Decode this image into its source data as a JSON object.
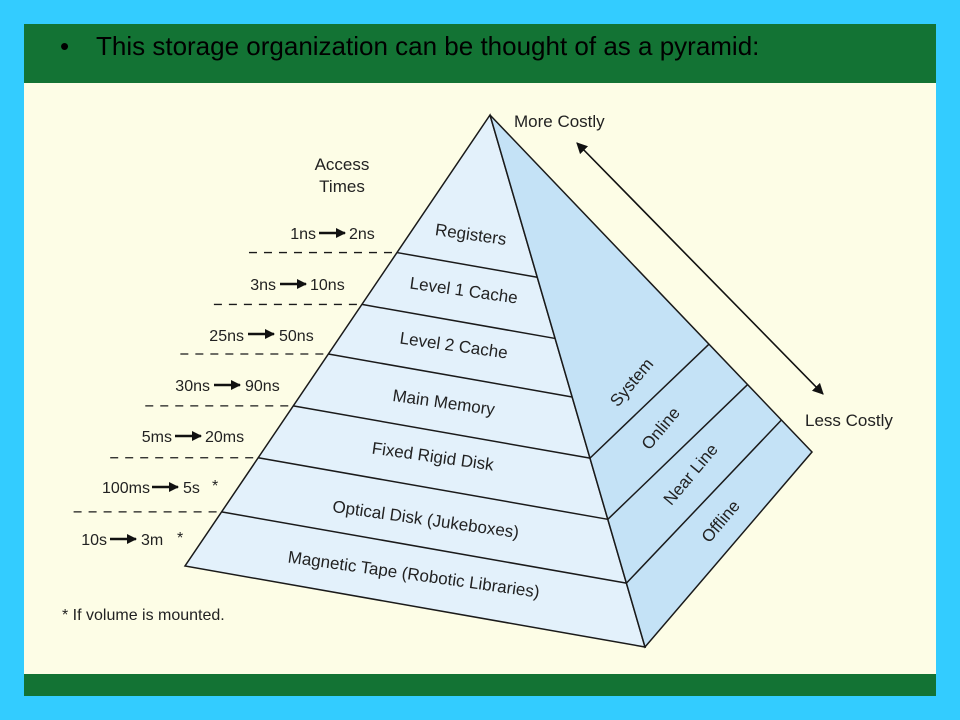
{
  "slide": {
    "bullet": "•",
    "title": "This storage organization can be thought of as a pyramid:"
  },
  "diagram": {
    "access_times_heading": [
      "Access",
      "Times"
    ],
    "levels": [
      {
        "name": "Registers",
        "from": "1ns",
        "to": "2ns",
        "note": ""
      },
      {
        "name": "Level 1 Cache",
        "from": "3ns",
        "to": "10ns",
        "note": ""
      },
      {
        "name": "Level 2 Cache",
        "from": "25ns",
        "to": "50ns",
        "note": ""
      },
      {
        "name": "Main Memory",
        "from": "30ns",
        "to": "90ns",
        "note": ""
      },
      {
        "name": "Fixed Rigid Disk",
        "from": "5ms",
        "to": "20ms",
        "note": ""
      },
      {
        "name": "Optical Disk (Jukeboxes)",
        "from": "100ms",
        "to": "5s",
        "note": "*"
      },
      {
        "name": "Magnetic Tape (Robotic Libraries)",
        "from": "10s",
        "to": "3m",
        "note": "*"
      }
    ],
    "side_labels": [
      "System",
      "Online",
      "Near Line",
      "Offline"
    ],
    "more_costly": "More Costly",
    "less_costly": "Less Costly",
    "footnote": "*  If volume is mounted.",
    "colors": {
      "front_face": "#e3f1fb",
      "side_face": "#c4e2f6",
      "stroke": "#1a1a1a",
      "header": "#137334",
      "background": "#33ccff",
      "panel": "#fdfde6"
    }
  }
}
